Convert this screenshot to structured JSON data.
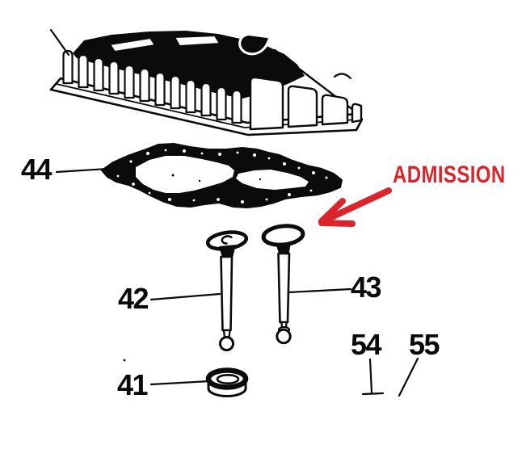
{
  "canvas": {
    "background": "#ffffff",
    "line_color": "#0b0b0b",
    "accent_color": "#d9252b"
  },
  "annotation": {
    "text": "ADMISSION",
    "color": "#d9252b"
  },
  "part_labels": {
    "44": "44",
    "42": "42",
    "43": "43",
    "41": "41",
    "54": "54",
    "55": "55"
  }
}
